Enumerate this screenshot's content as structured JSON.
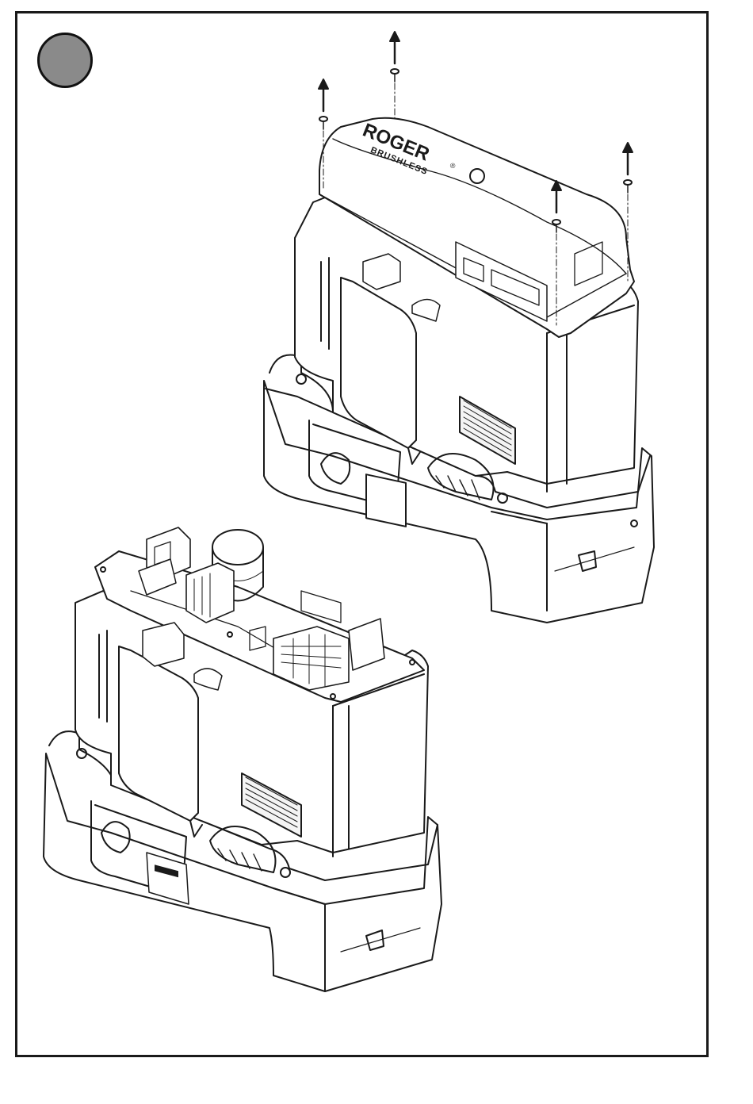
{
  "figure": {
    "step_badge_color": "#8a8a8a",
    "line_color": "#1a1a1a",
    "brand_top": "ROGER",
    "brand_bottom": "BRUSHLESS",
    "registered_mark": "®",
    "arrow_count": 4,
    "screw_count": 4
  }
}
